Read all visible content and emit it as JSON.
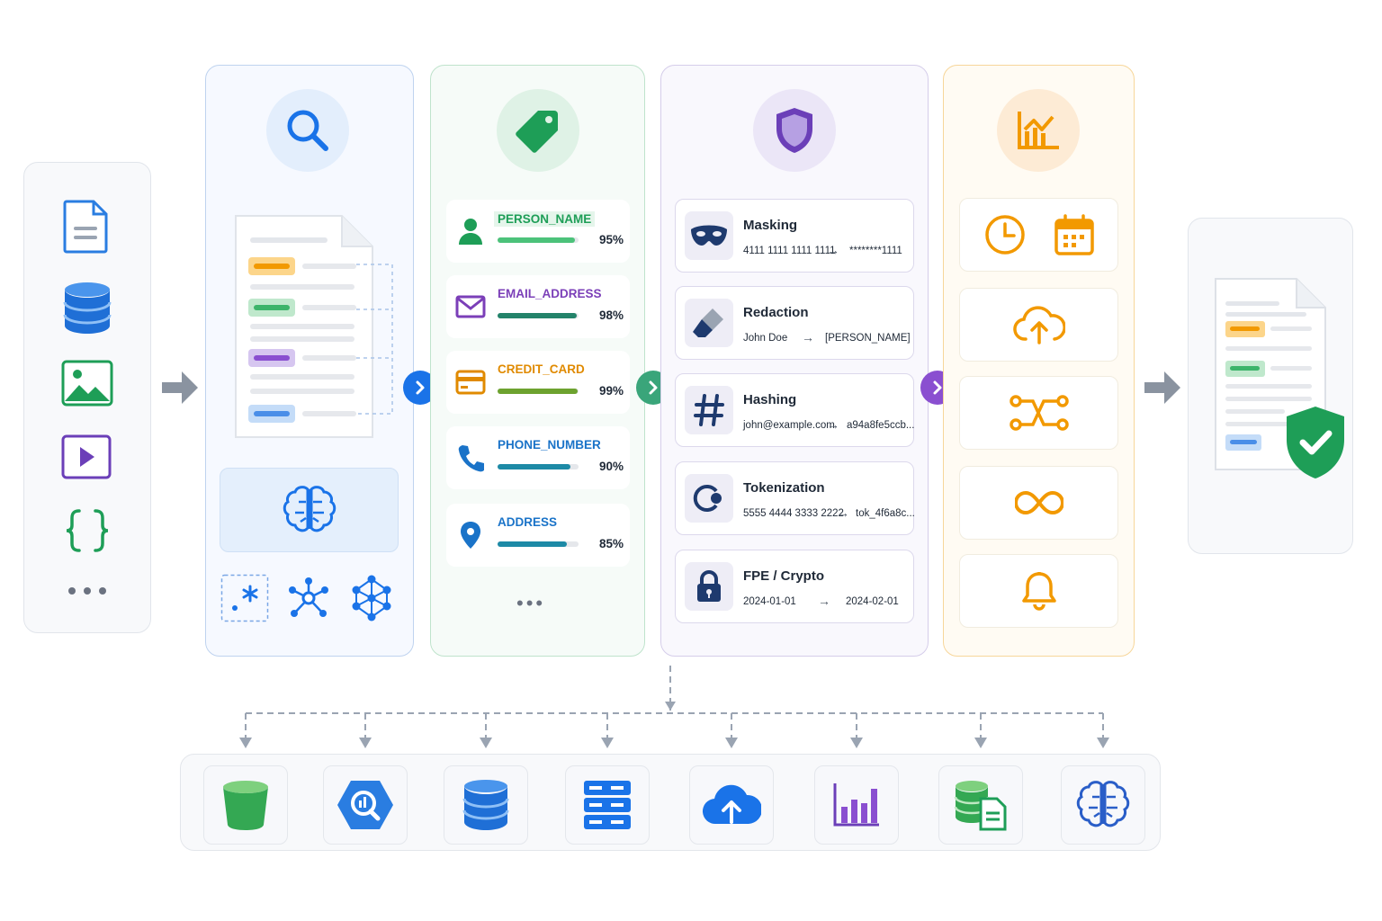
{
  "classification": {
    "entities": [
      {
        "label": "PERSON_NAME",
        "percent": "95%",
        "fill": 0.95,
        "color": "#1e9e57",
        "barColor": "#4cc27a",
        "icon": "person-icon"
      },
      {
        "label": "EMAIL_ADDRESS",
        "percent": "98%",
        "fill": 0.98,
        "color": "#7b3fb8",
        "barColor": "#23836a",
        "icon": "envelope-icon"
      },
      {
        "label": "CREDIT_CARD",
        "percent": "99%",
        "fill": 0.99,
        "color": "#e08a00",
        "barColor": "#6da22f",
        "icon": "credit-card-icon"
      },
      {
        "label": "PHONE_NUMBER",
        "percent": "90%",
        "fill": 0.9,
        "color": "#1a73c8",
        "barColor": "#1d8aa6",
        "icon": "phone-icon"
      },
      {
        "label": "ADDRESS",
        "percent": "85%",
        "fill": 0.85,
        "color": "#1a73c8",
        "barColor": "#1d8aa6",
        "icon": "location-pin-icon"
      }
    ]
  },
  "transforms": [
    {
      "title": "Masking",
      "from": "4111 1111 1111 1111",
      "arrow": "→",
      "to": "********1111",
      "icon": "mask-icon"
    },
    {
      "title": "Redaction",
      "from": "John Doe",
      "arrow": "→",
      "to": "[PERSON_NAME]",
      "icon": "eraser-icon"
    },
    {
      "title": "Hashing",
      "from": "john@example.com",
      "arrow": "→",
      "to": "a94a8fe5ccb...",
      "icon": "hash-icon"
    },
    {
      "title": "Tokenization",
      "from": "5555 4444 3333 2222",
      "arrow": "→",
      "to": "tok_4f6a8c...",
      "icon": "token-key-icon"
    },
    {
      "title": "FPE / Crypto",
      "from": "2024-01-01",
      "arrow": "→",
      "to": "2024-02-01",
      "icon": "lock-icon"
    }
  ],
  "colors": {
    "discover": "#1a73e8",
    "classify": "#1e9e57",
    "transform": "#6b3fb8",
    "monitor": "#f29900",
    "arrow_gray": "#8a93a0"
  },
  "ellipsis": "•••",
  "icons": {
    "sources": [
      "document-icon",
      "database-icon",
      "image-icon",
      "video-icon",
      "json-braces-icon",
      "more-icon"
    ],
    "discovery_tools": [
      "regex-icon",
      "network-graph-icon",
      "neural-network-icon"
    ],
    "monitor": [
      "clock-icon",
      "calendar-icon",
      "cloud-upload-icon",
      "workflow-icon",
      "infinity-icon",
      "bell-icon"
    ],
    "destinations": [
      "storage-bucket-icon",
      "bigquery-icon",
      "database-icon",
      "server-icon",
      "cloud-upload-icon",
      "analytics-chart-icon",
      "data-files-icon",
      "ai-brain-icon"
    ]
  }
}
